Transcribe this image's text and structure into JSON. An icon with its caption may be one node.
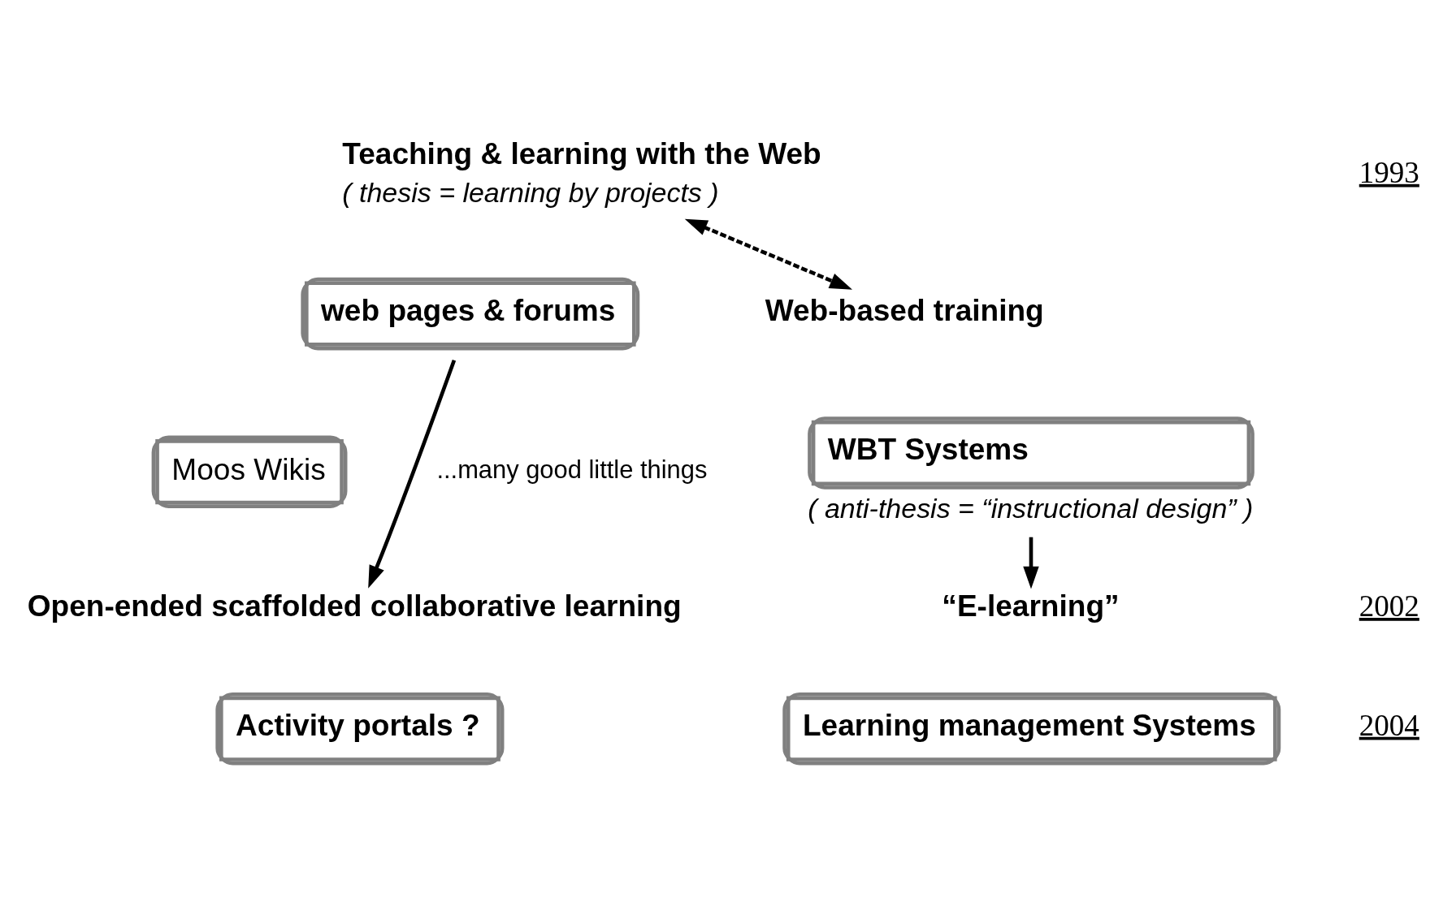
{
  "diagram": {
    "nodes": [
      {
        "text": [
          "Teaching & learning with the Web",
          "( thesis = learning by projects )"
        ]
      },
      {
        "text": [
          "web pages & forums"
        ]
      },
      {
        "text": [
          "Moos Wikis"
        ]
      },
      {
        "text": [
          "Open-ended scaffolded collaborative learning"
        ]
      },
      {
        "text": [
          "Activity portals ?"
        ]
      },
      {
        "text": [
          "Web-based training"
        ]
      },
      {
        "text": [
          "WBT Systems"
        ],
        "beside": [
          "( anti-thesis = “instructional design” )"
        ]
      },
      {
        "text": [
          "“E-learning”"
        ]
      },
      {
        "text": [
          "Learning management Systems"
        ]
      }
    ],
    "edges": [
      {
        "from": 1,
        "to": 3,
        "arrow": "to",
        "label": "...many good little things"
      },
      {
        "from": 0,
        "to": 5,
        "arrow": "both",
        "style": "dashed"
      },
      {
        "from": 6,
        "to": 7,
        "arrow": "to"
      }
    ],
    "labels": [
      "1993",
      "2002",
      "2004"
    ]
  }
}
